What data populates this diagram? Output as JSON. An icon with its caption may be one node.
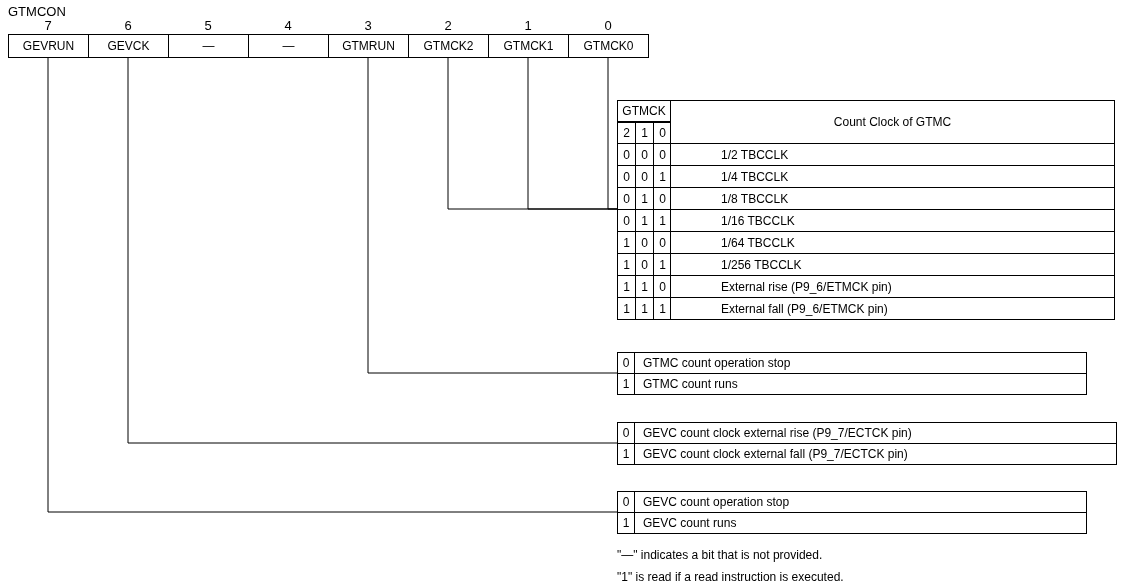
{
  "diagram": {
    "nodes": [
      {
        "text": [
          "GEVRUN"
        ]
      },
      {
        "text": [
          "GEVCK"
        ]
      },
      {
        "text": [
          "—"
        ]
      },
      {
        "text": [
          "—"
        ]
      },
      {
        "text": [
          "GTMRUN"
        ]
      },
      {
        "text": [
          "GTMCK2"
        ]
      },
      {
        "text": [
          "GTMCK1"
        ]
      },
      {
        "text": [
          "GTMCK0"
        ]
      },
      {
        "text": [
          "GTMCK",
          "2",
          "1",
          "0",
          "Count Clock of GTMC",
          "0",
          "0",
          "0",
          "1/2 TBCCLK",
          "0",
          "0",
          "1",
          "1/4 TBCCLK",
          "0",
          "1",
          "0",
          "1/8 TBCCLK",
          "0",
          "1",
          "1",
          "1/16 TBCCLK",
          "1",
          "0",
          "0",
          "1/64 TBCCLK",
          "1",
          "0",
          "1",
          "1/256 TBCCLK",
          "1",
          "1",
          "0",
          "External rise (P9_6/ETMCK pin)",
          "1",
          "1",
          "1",
          "External fall (P9_6/ETMCK pin)"
        ]
      },
      {
        "text": [
          "0",
          "GTMC count operation stop",
          "1",
          "GTMC count runs"
        ]
      },
      {
        "text": [
          "0",
          "GEVC count clock external rise (P9_7/ECTCK pin)",
          "1",
          "GEVC count clock external fall (P9_7/ECTCK pin)"
        ]
      },
      {
        "text": [
          "0",
          "GEVC count operation stop",
          "1",
          "GEVC count runs"
        ]
      }
    ],
    "edges": [
      {
        "from": 5,
        "to": 8,
        "arrow": "none"
      },
      {
        "from": 6,
        "to": 8,
        "arrow": "none"
      },
      {
        "from": 7,
        "to": 8,
        "arrow": "none"
      },
      {
        "from": 4,
        "to": 9,
        "arrow": "none"
      },
      {
        "from": 1,
        "to": 10,
        "arrow": "none"
      },
      {
        "from": 0,
        "to": 11,
        "arrow": "none"
      }
    ],
    "labels": [
      "GTMCON",
      "7",
      "6",
      "5",
      "4",
      "3",
      "2",
      "1",
      "0",
      "\"—\" indicates a bit that is not provided.",
      "\"1\" is read if a read instruction is executed."
    ]
  }
}
